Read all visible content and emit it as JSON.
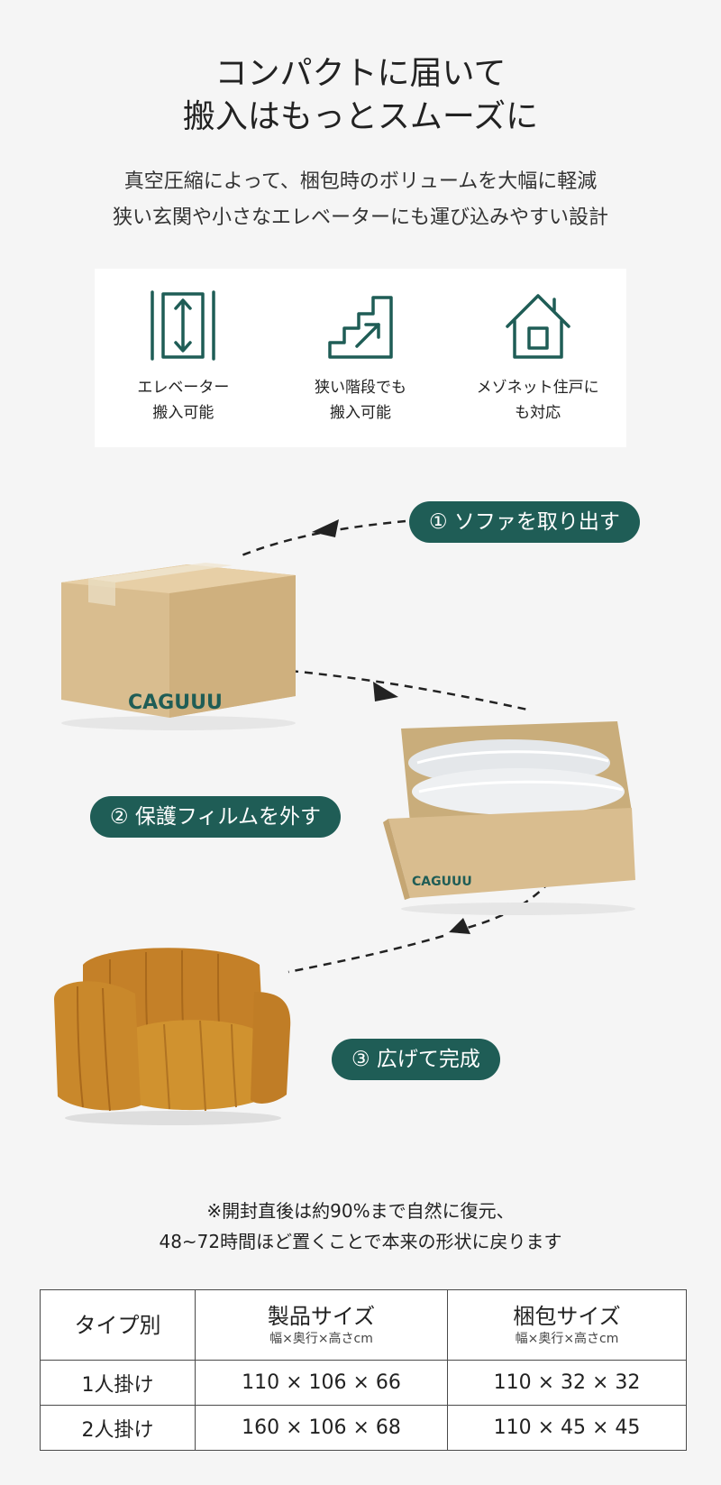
{
  "header": {
    "headline_line1": "コンパクトに届いて",
    "headline_line2": "搬入はもっとスムーズに",
    "sub_line1": "真空圧縮によって、梱包時のボリュームを大幅に軽減",
    "sub_line2": "狭い玄関や小さなエレベーターにも運び込みやすい設計"
  },
  "features": [
    {
      "icon": "elevator-icon",
      "line1": "エレベーター",
      "line2": "搬入可能"
    },
    {
      "icon": "stairs-icon",
      "line1": "狭い階段でも",
      "line2": "搬入可能"
    },
    {
      "icon": "house-icon",
      "line1": "メゾネット住戸に",
      "line2": "も対応"
    }
  ],
  "steps": {
    "step1": "① ソファを取り出す",
    "step2": "② 保護フィルムを外す",
    "step3": "③ 広げて完成"
  },
  "brand": {
    "box_logo": "CAGUUU"
  },
  "note": {
    "line1": "※開封直後は約90%まで自然に復元、",
    "line2": "48~72時間ほど置くことで本来の形状に戻ります"
  },
  "table": {
    "headers": {
      "type": "タイプ別",
      "product": "製品サイズ",
      "product_unit": "幅×奥行×高さcm",
      "package": "梱包サイズ",
      "package_unit": "幅×奥行×高さcm"
    },
    "rows": [
      {
        "type": "1人掛け",
        "product": "110 × 106 × 66",
        "package": "110 × 32 × 32"
      },
      {
        "type": "2人掛け",
        "product": "160 × 106 × 68",
        "package": "110 × 45 × 45"
      }
    ]
  },
  "colors": {
    "accent": "#1f5d56",
    "cardboard": "#d9bd8f",
    "sofa": "#c9882b",
    "background": "#f5f5f5"
  }
}
